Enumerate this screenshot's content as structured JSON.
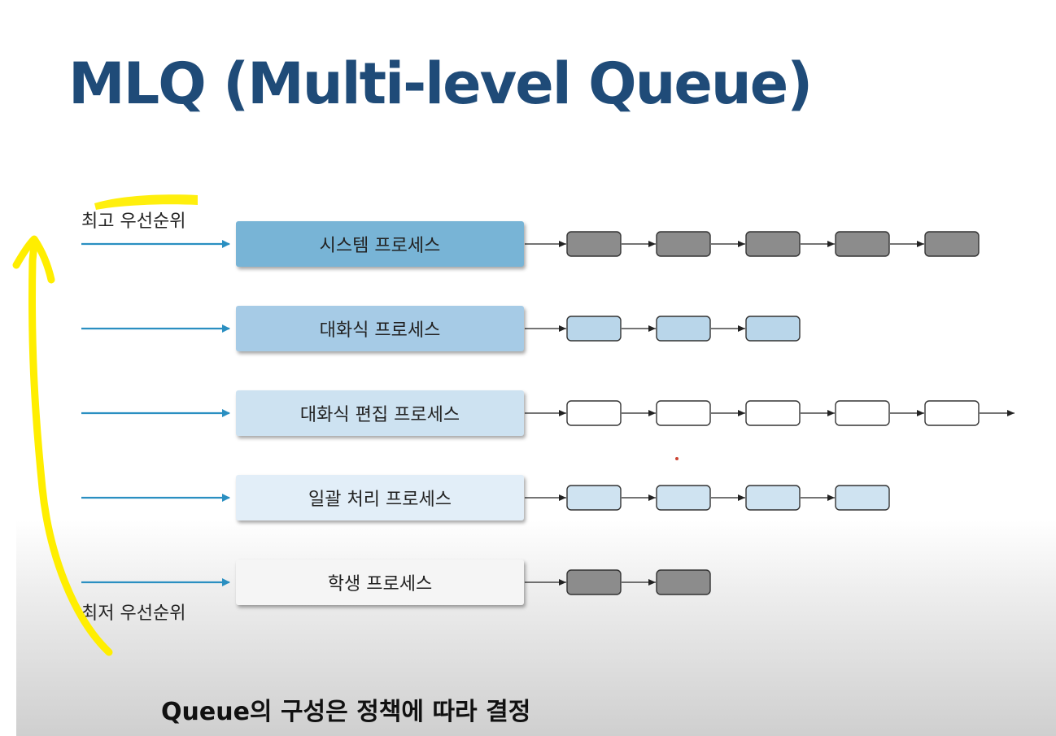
{
  "title": "MLQ (Multi-level Queue)",
  "priority": {
    "highest": "최고 우선순위",
    "lowest": "최저 우선순위"
  },
  "queues": [
    {
      "label": "시스템 프로세스",
      "box_color": "#78b4d6",
      "process_color": "#8c8c8c",
      "process_count": 5,
      "trailing_arrow": false
    },
    {
      "label": "대화식 프로세스",
      "box_color": "#a6cbe6",
      "process_color": "#b9d6ea",
      "process_count": 3,
      "trailing_arrow": false
    },
    {
      "label": "대화식 편집 프로세스",
      "box_color": "#cde2f1",
      "process_color": "#ffffff",
      "process_count": 5,
      "trailing_arrow": true
    },
    {
      "label": "일괄 처리 프로세스",
      "box_color": "#e2eef8",
      "process_color": "#cfe3f1",
      "process_count": 4,
      "trailing_arrow": false
    },
    {
      "label": "학생 프로세스",
      "box_color": "#f5f5f5",
      "process_color": "#8c8c8c",
      "process_count": 2,
      "trailing_arrow": false
    }
  ],
  "colors": {
    "title": "#1f4b78",
    "entry_arrow": "#2a8fc1",
    "highlight": "#ffee00"
  },
  "footer": "Queue의 구성은 정책에 따라 결정"
}
